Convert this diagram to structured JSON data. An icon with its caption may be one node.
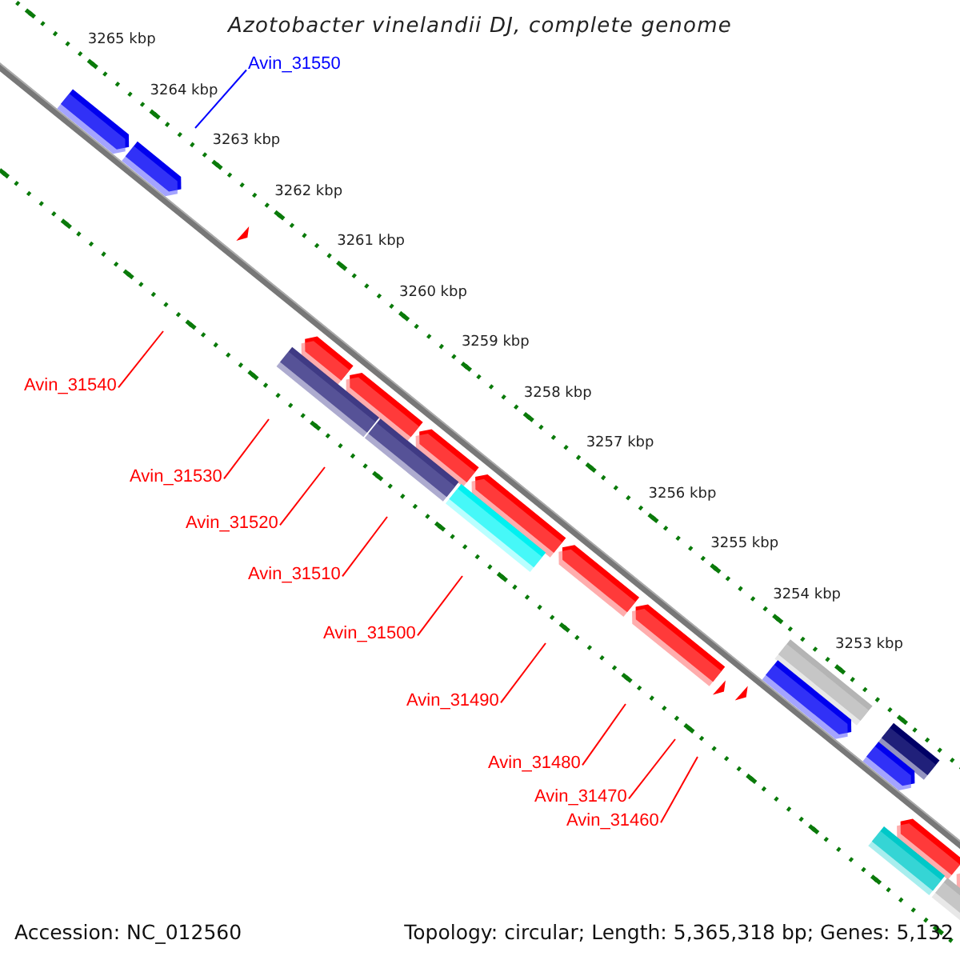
{
  "diagram": {
    "title": "Azotobacter vinelandii DJ, complete genome",
    "nodes": [
      {
        "text": [
          "Avin_31550"
        ]
      },
      {
        "text": [
          "Avin_31540"
        ]
      },
      {
        "text": [
          "Avin_31530"
        ]
      },
      {
        "text": [
          "Avin_31520"
        ]
      },
      {
        "text": [
          "Avin_31510"
        ]
      },
      {
        "text": [
          "Avin_31500"
        ]
      },
      {
        "text": [
          "Avin_31490"
        ]
      },
      {
        "text": [
          "Avin_31480"
        ]
      },
      {
        "text": [
          "Avin_31470"
        ]
      },
      {
        "text": [
          "Avin_31460"
        ]
      }
    ],
    "edges": [
      {
        "from": 0,
        "to": null,
        "arrow": "none",
        "color": "#0000ff"
      },
      {
        "from": 1,
        "to": null,
        "arrow": "none"
      },
      {
        "from": 2,
        "to": null,
        "arrow": "none"
      },
      {
        "from": 3,
        "to": null,
        "arrow": "none"
      },
      {
        "from": 4,
        "to": null,
        "arrow": "none"
      },
      {
        "from": 5,
        "to": null,
        "arrow": "none"
      },
      {
        "from": 6,
        "to": null,
        "arrow": "none"
      },
      {
        "from": 7,
        "to": null,
        "arrow": "none"
      },
      {
        "from": 8,
        "to": null,
        "arrow": "none"
      },
      {
        "from": 9,
        "to": null,
        "arrow": "none"
      }
    ],
    "labels": [
      "3265 kbp",
      "3264 kbp",
      "3263 kbp",
      "3262 kbp",
      "3261 kbp",
      "3260 kbp",
      "3259 kbp",
      "3258 kbp",
      "3257 kbp",
      "3256 kbp",
      "3255 kbp",
      "3254 kbp",
      "3253 kbp",
      "Accession: NC_012560",
      "Topology: circular; Length: 5,365,318 bp; Genes: 5,132"
    ]
  }
}
